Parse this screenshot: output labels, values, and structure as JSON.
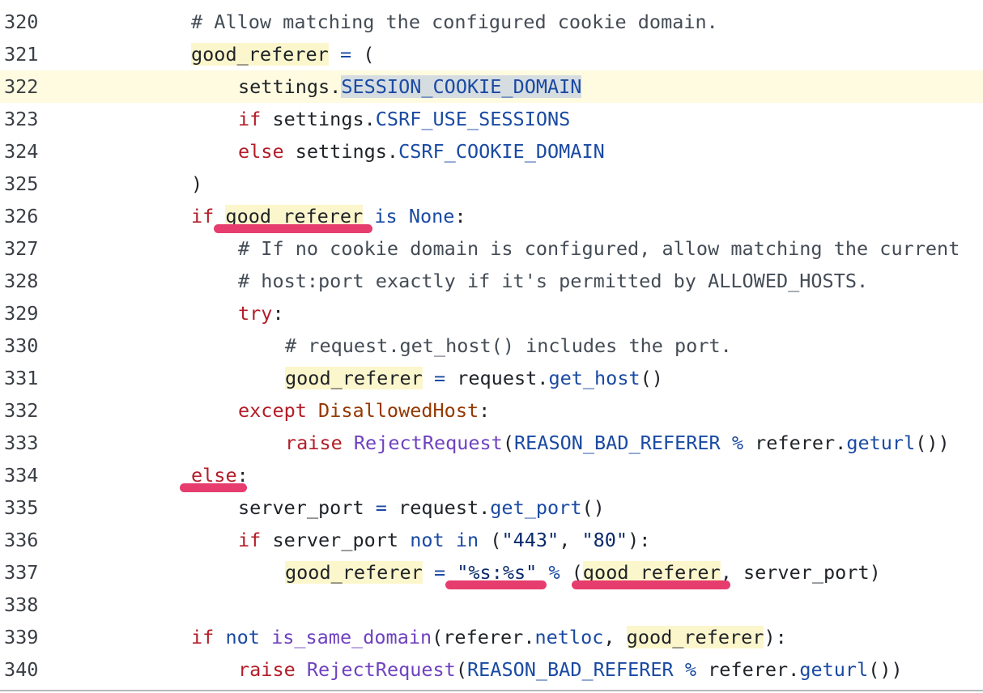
{
  "editor": {
    "active_line": 322,
    "lines": [
      {
        "n": "320",
        "indent": 2,
        "tokens": [
          {
            "t": "# Allow matching the configured cookie domain.",
            "c": "cmt"
          }
        ]
      },
      {
        "n": "321",
        "indent": 2,
        "tokens": [
          {
            "t": "good_referer",
            "c": "var hl"
          },
          {
            "t": " "
          },
          {
            "t": "=",
            "c": "op"
          },
          {
            "t": " ("
          }
        ]
      },
      {
        "n": "322",
        "indent": 3,
        "tokens": [
          {
            "t": "settings."
          },
          {
            "t": "SESSION_COOKIE_DOMAIN",
            "c": "attr sel"
          }
        ]
      },
      {
        "n": "323",
        "indent": 3,
        "tokens": [
          {
            "t": "if",
            "c": "kw"
          },
          {
            "t": " settings."
          },
          {
            "t": "CSRF_USE_SESSIONS",
            "c": "attr"
          }
        ]
      },
      {
        "n": "324",
        "indent": 3,
        "tokens": [
          {
            "t": "else",
            "c": "kw"
          },
          {
            "t": " settings."
          },
          {
            "t": "CSRF_COOKIE_DOMAIN",
            "c": "attr"
          }
        ]
      },
      {
        "n": "325",
        "indent": 2,
        "tokens": [
          {
            "t": ")"
          }
        ]
      },
      {
        "n": "326",
        "indent": 2,
        "tokens": [
          {
            "t": "if",
            "c": "kw"
          },
          {
            "t": " "
          },
          {
            "t": "good_referer",
            "c": "var hl"
          },
          {
            "t": " "
          },
          {
            "t": "is",
            "c": "op"
          },
          {
            "t": " "
          },
          {
            "t": "None",
            "c": "op"
          },
          {
            "t": ":"
          }
        ]
      },
      {
        "n": "327",
        "indent": 3,
        "tokens": [
          {
            "t": "# If no cookie domain is configured, allow matching the current",
            "c": "cmt"
          }
        ]
      },
      {
        "n": "328",
        "indent": 3,
        "tokens": [
          {
            "t": "# host:port exactly if it's permitted by ALLOWED_HOSTS.",
            "c": "cmt"
          }
        ]
      },
      {
        "n": "329",
        "indent": 3,
        "tokens": [
          {
            "t": "try",
            "c": "kw"
          },
          {
            "t": ":"
          }
        ]
      },
      {
        "n": "330",
        "indent": 4,
        "tokens": [
          {
            "t": "# request.get_host() includes the port.",
            "c": "cmt"
          }
        ]
      },
      {
        "n": "331",
        "indent": 4,
        "tokens": [
          {
            "t": "good_referer",
            "c": "var hl"
          },
          {
            "t": " "
          },
          {
            "t": "=",
            "c": "op"
          },
          {
            "t": " request."
          },
          {
            "t": "get_host",
            "c": "attr"
          },
          {
            "t": "()"
          }
        ]
      },
      {
        "n": "332",
        "indent": 3,
        "tokens": [
          {
            "t": "except",
            "c": "kw"
          },
          {
            "t": " "
          },
          {
            "t": "DisallowedHost",
            "c": "exc"
          },
          {
            "t": ":"
          }
        ]
      },
      {
        "n": "333",
        "indent": 4,
        "tokens": [
          {
            "t": "raise",
            "c": "kw"
          },
          {
            "t": " "
          },
          {
            "t": "RejectRequest",
            "c": "cls"
          },
          {
            "t": "("
          },
          {
            "t": "REASON_BAD_REFERER",
            "c": "attr"
          },
          {
            "t": " "
          },
          {
            "t": "%",
            "c": "op"
          },
          {
            "t": " referer."
          },
          {
            "t": "geturl",
            "c": "attr"
          },
          {
            "t": "())"
          }
        ]
      },
      {
        "n": "334",
        "indent": 2,
        "tokens": [
          {
            "t": "else",
            "c": "kw"
          },
          {
            "t": ":"
          }
        ]
      },
      {
        "n": "335",
        "indent": 3,
        "tokens": [
          {
            "t": "server_port "
          },
          {
            "t": "=",
            "c": "op"
          },
          {
            "t": " request."
          },
          {
            "t": "get_port",
            "c": "attr"
          },
          {
            "t": "()"
          }
        ]
      },
      {
        "n": "336",
        "indent": 3,
        "tokens": [
          {
            "t": "if",
            "c": "kw"
          },
          {
            "t": " server_port "
          },
          {
            "t": "not",
            "c": "op"
          },
          {
            "t": " "
          },
          {
            "t": "in",
            "c": "op"
          },
          {
            "t": " ("
          },
          {
            "t": "\"443\"",
            "c": "str"
          },
          {
            "t": ", "
          },
          {
            "t": "\"80\"",
            "c": "str"
          },
          {
            "t": "):"
          }
        ]
      },
      {
        "n": "337",
        "indent": 4,
        "tokens": [
          {
            "t": "good_referer",
            "c": "var hl"
          },
          {
            "t": " "
          },
          {
            "t": "=",
            "c": "op"
          },
          {
            "t": " "
          },
          {
            "t": "\"%s:%s\"",
            "c": "str"
          },
          {
            "t": " "
          },
          {
            "t": "%",
            "c": "op"
          },
          {
            "t": " ("
          },
          {
            "t": "good_referer",
            "c": "var hl"
          },
          {
            "t": ", server_port)"
          }
        ]
      },
      {
        "n": "338",
        "indent": 0,
        "tokens": []
      },
      {
        "n": "339",
        "indent": 2,
        "tokens": [
          {
            "t": "if",
            "c": "kw"
          },
          {
            "t": " "
          },
          {
            "t": "not",
            "c": "op"
          },
          {
            "t": " "
          },
          {
            "t": "is_same_domain",
            "c": "cls"
          },
          {
            "t": "(referer."
          },
          {
            "t": "netloc",
            "c": "attr"
          },
          {
            "t": ", "
          },
          {
            "t": "good_referer",
            "c": "var hl"
          },
          {
            "t": "):"
          }
        ]
      },
      {
        "n": "340",
        "indent": 3,
        "tokens": [
          {
            "t": "raise",
            "c": "kw"
          },
          {
            "t": " "
          },
          {
            "t": "RejectRequest",
            "c": "cls"
          },
          {
            "t": "("
          },
          {
            "t": "REASON_BAD_REFERER",
            "c": "attr"
          },
          {
            "t": " "
          },
          {
            "t": "%",
            "c": "op"
          },
          {
            "t": " referer."
          },
          {
            "t": "geturl",
            "c": "attr"
          },
          {
            "t": "())"
          }
        ]
      }
    ]
  },
  "annotations": {
    "color": "#e63d6e",
    "underlines": [
      {
        "line": "326",
        "text": "good_referer"
      },
      {
        "line": "334",
        "text": "else"
      },
      {
        "line": "337",
        "text": "\"%s:%s\""
      },
      {
        "line": "337",
        "text": "good_referer"
      }
    ]
  }
}
